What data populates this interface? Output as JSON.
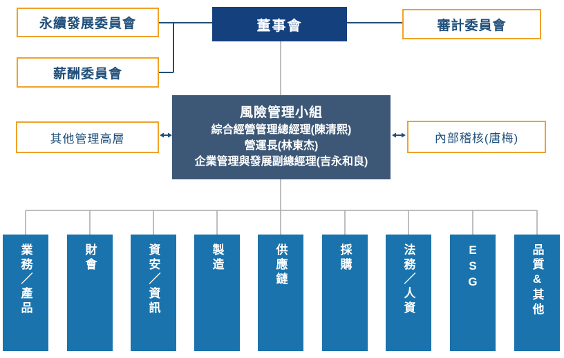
{
  "colors": {
    "board-navy": "#14417E",
    "risk-slate": "#3D5877",
    "dept-blue": "#1A73AC",
    "gold-border": "#EFA228",
    "text-navy": "#1F4E79",
    "line-navy": "#1F4E79",
    "line-gray": "#A8A8A8",
    "bg": "#FFFFFF"
  },
  "top": {
    "sustainability_committee": "永續發展委員會",
    "compensation_committee": "薪酬委員會",
    "board": "董事會",
    "audit_committee": "審計委員會"
  },
  "middle": {
    "risk_team_title": "風險管理小組",
    "risk_team_members": [
      "綜合經營管理總經理(陳清熙)",
      "營運長(林東杰)",
      "企業管理與發展副總經理(吉永和良)"
    ],
    "other_management": "其他管理高層",
    "internal_audit": "內部稽核(唐梅)"
  },
  "departments": [
    "業務／產品",
    "財會",
    "資安／資訊",
    "製造",
    "供應鏈",
    "採購",
    "法務／人資",
    "ESG",
    "品質&其他"
  ]
}
